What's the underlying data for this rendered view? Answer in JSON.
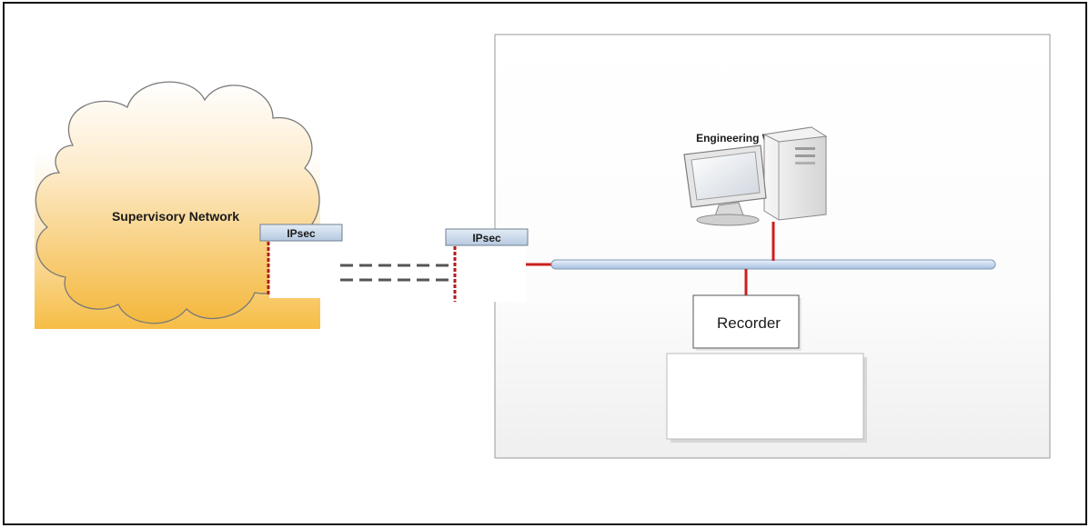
{
  "diagram": {
    "nodes": {
      "supervisory_network": {
        "label": "Supervisory Network"
      },
      "ipsec_left": {
        "label": "IPsec"
      },
      "ipsec_right": {
        "label": "IPsec"
      },
      "engineering_workstation": {
        "label": "Engineering Workstation",
        "icon": "desktop-computer-icon"
      },
      "recorder": {
        "label": "Recorder"
      }
    },
    "connections": [
      {
        "from": "ipsec_left",
        "to": "ipsec_right",
        "style": "dashed",
        "count": 2
      },
      {
        "from": "ipsec_right",
        "to": "bus",
        "style": "solid"
      },
      {
        "from": "engineering_workstation",
        "to": "bus",
        "style": "solid"
      },
      {
        "from": "recorder",
        "to": "bus",
        "style": "solid"
      }
    ],
    "colors": {
      "cloud_fill_top": "#ffffff",
      "cloud_fill_bottom": "#f4b73b",
      "link_red": "#cc1f1f",
      "dash_gray": "#555555",
      "bus_blue": "#bcd3ec",
      "ipsec_fill": "#c9d9ec"
    }
  }
}
